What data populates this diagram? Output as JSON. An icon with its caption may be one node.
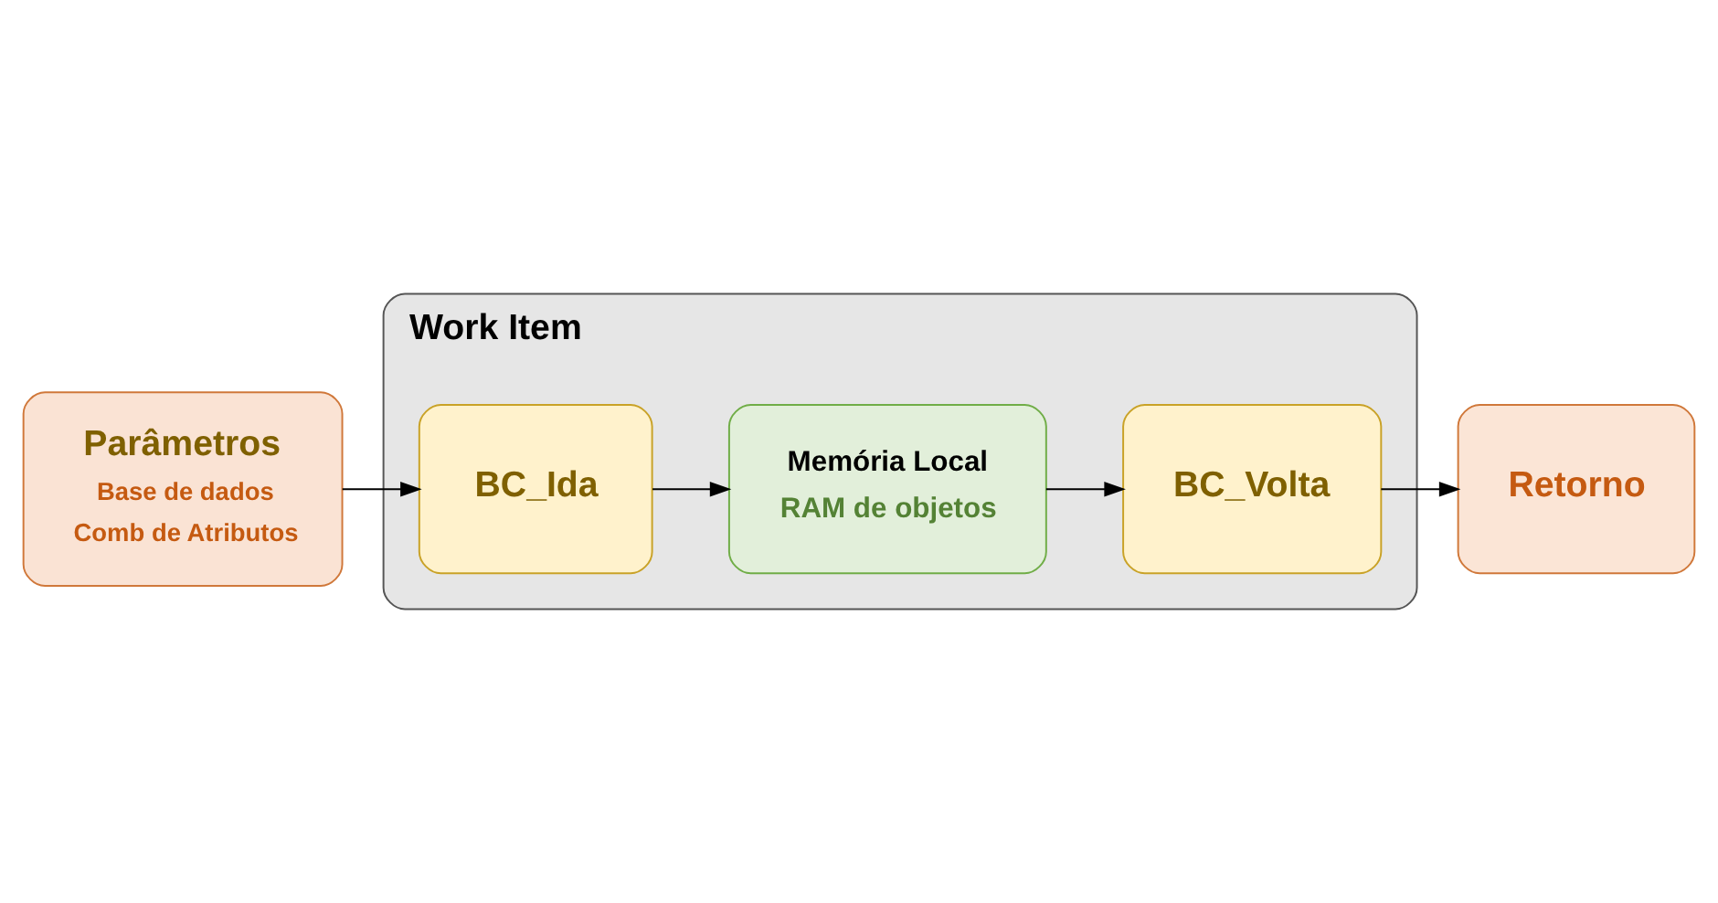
{
  "diagram": {
    "nodes": [
      {
        "text": [
          "Parâmetros",
          "Base de dados",
          "Comb de Atributos"
        ]
      },
      {
        "text": [
          "Work Item"
        ]
      },
      {
        "text": [
          "BC_Ida"
        ],
        "in": 1
      },
      {
        "text": [
          "BC_Volta"
        ],
        "in": 1
      },
      {
        "text": [
          "Memória Local",
          "RAM de objetos"
        ],
        "in": 1
      },
      {
        "text": [
          "Retorno"
        ]
      }
    ],
    "edges": [
      {
        "from": 0,
        "to": 2,
        "arrow": "to"
      },
      {
        "from": 2,
        "to": 4,
        "arrow": "to"
      },
      {
        "from": 4,
        "to": 3,
        "arrow": "to"
      },
      {
        "from": 3,
        "to": 5,
        "arrow": "to"
      }
    ]
  }
}
